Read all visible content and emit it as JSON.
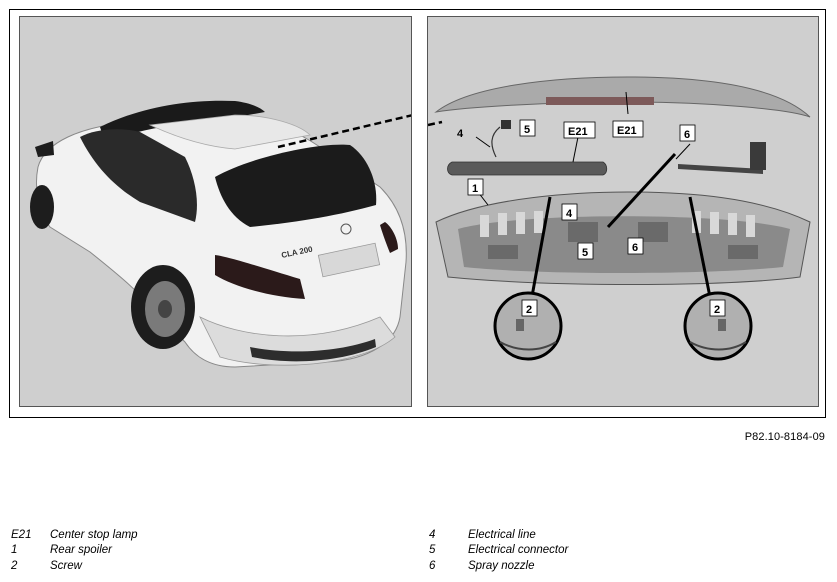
{
  "figure_reference": "P82.10-8184-09",
  "callouts": {
    "num_4": "4",
    "num_5": "5",
    "e21_left": "E21",
    "e21_right": "E21",
    "num_6": "6",
    "num_1": "1",
    "num_4b": "4",
    "num_5b": "5",
    "num_6b": "6",
    "num_2a": "2",
    "num_2b": "2"
  },
  "car_badge": "CLA 200",
  "legend_left": [
    {
      "code": "E21",
      "desc": "Center stop lamp"
    },
    {
      "code": "1",
      "desc": "Rear spoiler"
    },
    {
      "code": "2",
      "desc": "Screw"
    }
  ],
  "legend_right": [
    {
      "code": "4",
      "desc": "Electrical line"
    },
    {
      "code": "5",
      "desc": "Electrical connector"
    },
    {
      "code": "6",
      "desc": "Spray nozzle"
    }
  ]
}
